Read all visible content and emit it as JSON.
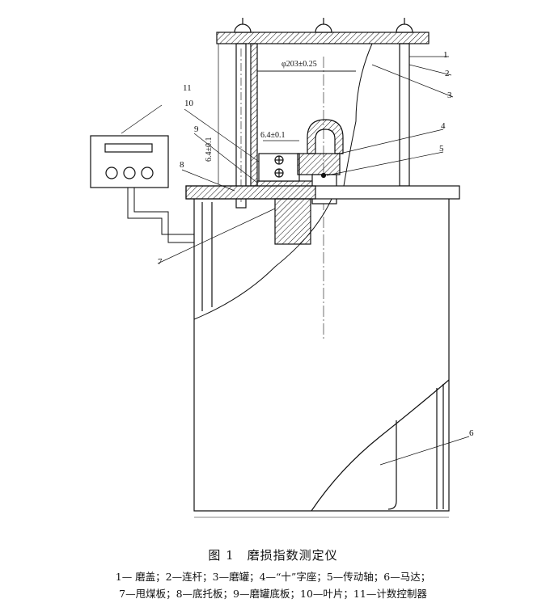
{
  "figure": {
    "title": "图 1　磨损指数测定仪",
    "legend_line1": "1— 磨盖；2—连杆；3—磨罐；4—“十”字座；5—传动轴；6—马达；",
    "legend_line2": "7—甩煤板；8—底托板；9—磨罐底板；10—叶片；11—计数控制器"
  },
  "callouts": [
    "1",
    "2",
    "3",
    "4",
    "5",
    "6",
    "7",
    "8",
    "9",
    "10",
    "11"
  ],
  "dimensions": {
    "diameter": "φ203±0.25",
    "blade_height": "6.4±0.1",
    "blade_gap": "6.4±0.1"
  }
}
